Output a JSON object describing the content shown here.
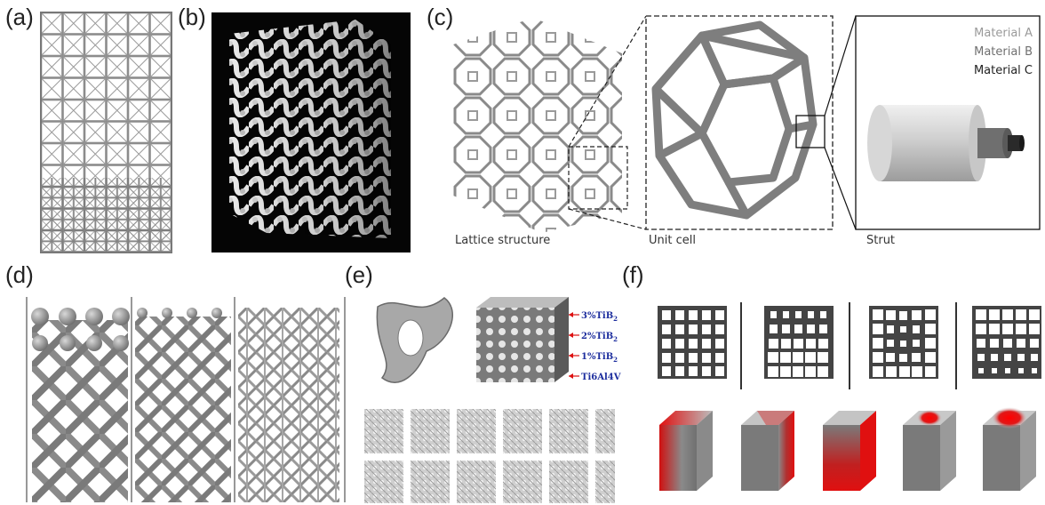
{
  "panels": {
    "a": {
      "label": "(a)"
    },
    "b": {
      "label": "(b)"
    },
    "c": {
      "label": "(c)",
      "captions": [
        "Lattice structure",
        "Unit cell",
        "Strut"
      ],
      "materials": [
        "Material A",
        "Material B",
        "Material C"
      ]
    },
    "d": {
      "label": "(d)"
    },
    "e": {
      "label": "(e)",
      "annotations": [
        "3%TiB",
        "2%TiB",
        "1%TiB",
        "Ti6Al4V"
      ],
      "subscript": "2"
    },
    "f": {
      "label": "(f)"
    }
  },
  "colors": {
    "lattice": "#8a8a8a",
    "dark_grid": "#4a4a4a",
    "gradient_red": "#e01010",
    "annotation": "#1d2e9e"
  }
}
